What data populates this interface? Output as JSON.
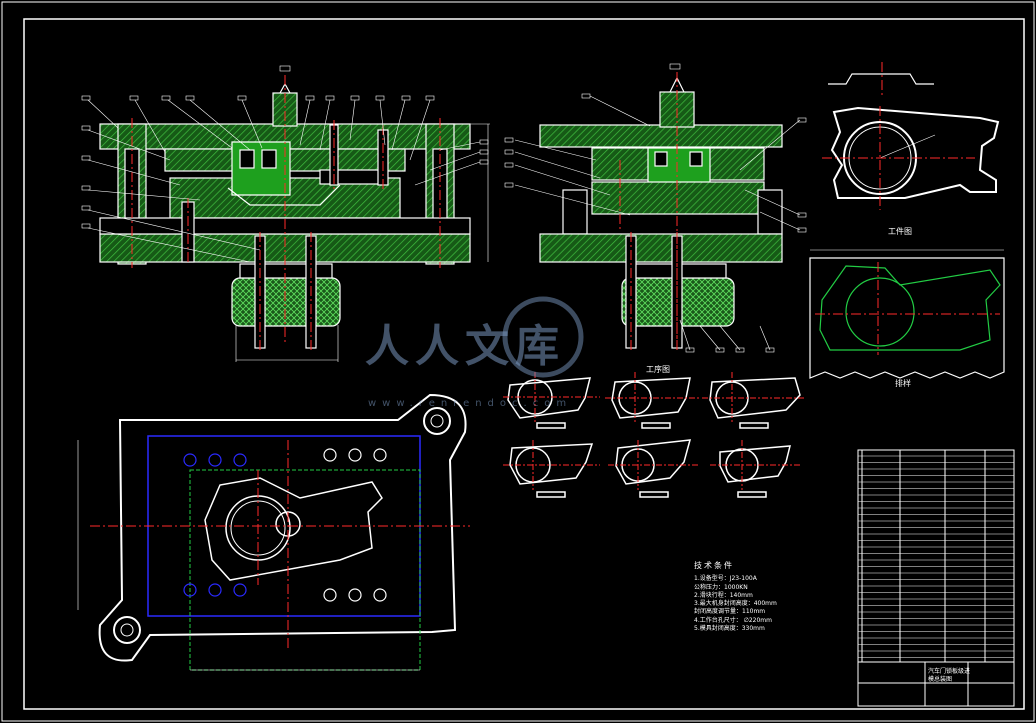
{
  "captions": {
    "process_diagram": "工序图",
    "workpiece_diagram": "工件图",
    "layout_diagram": "排样"
  },
  "technical_requirements": {
    "title": "技术条件",
    "items": [
      "1.设备型号：J23-100A",
      "  公称压力：1000KN",
      "2.滑块行程：140mm",
      "3.最大机身封闭高度：400mm",
      "  封闭高度调节量：110mm",
      "4.工作台孔尺寸：  ∅220mm",
      "5.模具封闭高度：330mm"
    ]
  },
  "title_block": {
    "drawing_name_line1": "汽车门锁板级进",
    "drawing_name_line2": "模总装图"
  },
  "watermark": {
    "brand": "人人文库",
    "url": "www.renrendoc.com"
  },
  "colors": {
    "background": "#000000",
    "outline": "#ffffff",
    "hatch": "#2e8b2e",
    "center_line": "#ff2a2a",
    "blue": "#2a2aff",
    "part_green": "#22cc44",
    "watermark": "#7896be"
  }
}
